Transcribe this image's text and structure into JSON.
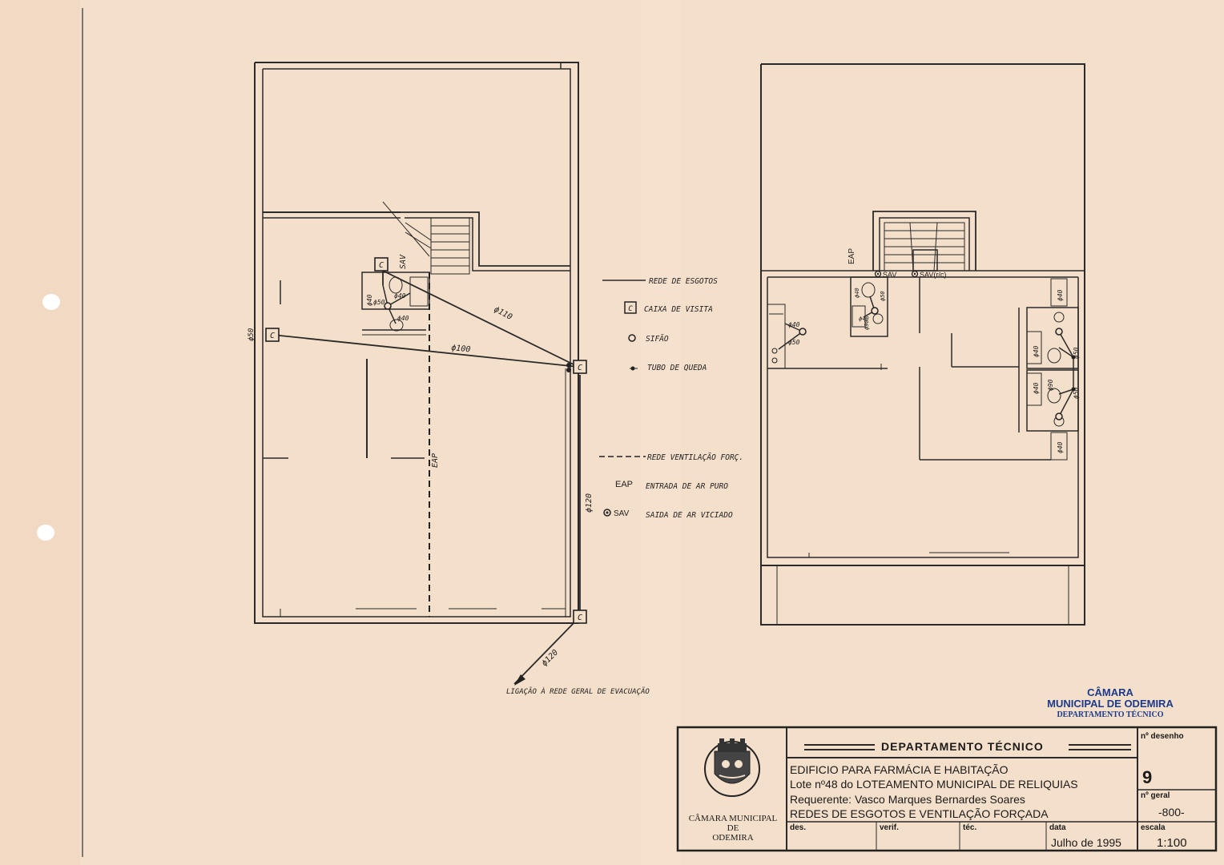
{
  "legend": {
    "rede_esgotos": "REDE DE ESGOTOS",
    "caixa_visita": "CAIXA DE VISITA",
    "sifao": "SIFÃO",
    "tubo_queda": "TUBO DE QUEDA",
    "rede_ventilacao": "REDE VENTILAÇÃO FORÇ.",
    "eap_abbr": "EAP",
    "eap_label": "ENTRADA DE AR PURO",
    "sav_abbr": "SAV",
    "sav_label": "SAIDA DE AR VICIADO",
    "caixa_symbol": "C"
  },
  "plan_left": {
    "pipe_110": "ϕ110",
    "pipe_100": "ϕ100",
    "pipe_120_vertical": "ϕ120",
    "pipe_120_diag": "ϕ120",
    "pipe_50": "ϕ50",
    "pipe_40_a": "ϕ40",
    "pipe_40_b": "ϕ40",
    "pipe_50_b": "ϕ50",
    "pipe_40_c": "ϕ40",
    "eap_label": "EAP",
    "sav_label": "SAV",
    "ligacao": "LIGAÇÃO À REDE GERAL DE EVACUAÇÃO"
  },
  "plan_right": {
    "eap_label": "EAP",
    "sav_label": "SAV",
    "sav_rc_label": "SAV(r/c)",
    "pipe_40_kitchen": "ϕ40",
    "pipe_50_kitchen": "ϕ50",
    "pipe_40_wc1": "ϕ40",
    "pipe_50_wc1": "ϕ50",
    "pipe_90_wc1": "ϕ90",
    "pipe_40_wc1b": "ϕ40",
    "pipe_40_top": "ϕ40",
    "pipe_40_a": "ϕ40",
    "pipe_50_a": "ϕ50",
    "pipe_40_b": "ϕ40",
    "pipe_90_b": "ϕ90",
    "pipe_50_b": "ϕ50",
    "pipe_40_bottom": "ϕ40"
  },
  "stamp": {
    "line1": "CÂMARA",
    "line2": "MUNICIPAL DE ODEMIRA",
    "line3": "DEPARTAMENTO TÉCNICO"
  },
  "title_block": {
    "logo_caption": "CÂMARA MUNICIPAL DE ODEMIRA",
    "logo_line1": "CÂMARA MUNICIPAL",
    "logo_line2": "DE",
    "logo_line3": "ODEMIRA",
    "department": "DEPARTAMENTO TÉCNICO",
    "project_line1": "EDIFICIO PARA FARMÁCIA E HABITAÇÃO",
    "project_line2": "Lote nº48 do LOTEAMENTO MUNICIPAL DE RELIQUIAS",
    "project_line3": "Requerente: Vasco Marques Bernardes Soares",
    "project_line4": "REDES DE ESGOTOS E VENTILAÇÃO FORÇADA",
    "n_desenho_label": "nº desenho",
    "n_desenho": "9",
    "n_geral_label": "nº geral",
    "n_geral": "-800-",
    "escala_label": "escala",
    "escala": "1:100",
    "des_label": "des.",
    "verif_label": "verif.",
    "tec_label": "téc.",
    "data_label": "data",
    "data": "Julho de 1995"
  },
  "colors": {
    "paper": "#f4dfca",
    "ink": "#2a2a2a",
    "stamp_blue": "#1b3a8c"
  }
}
